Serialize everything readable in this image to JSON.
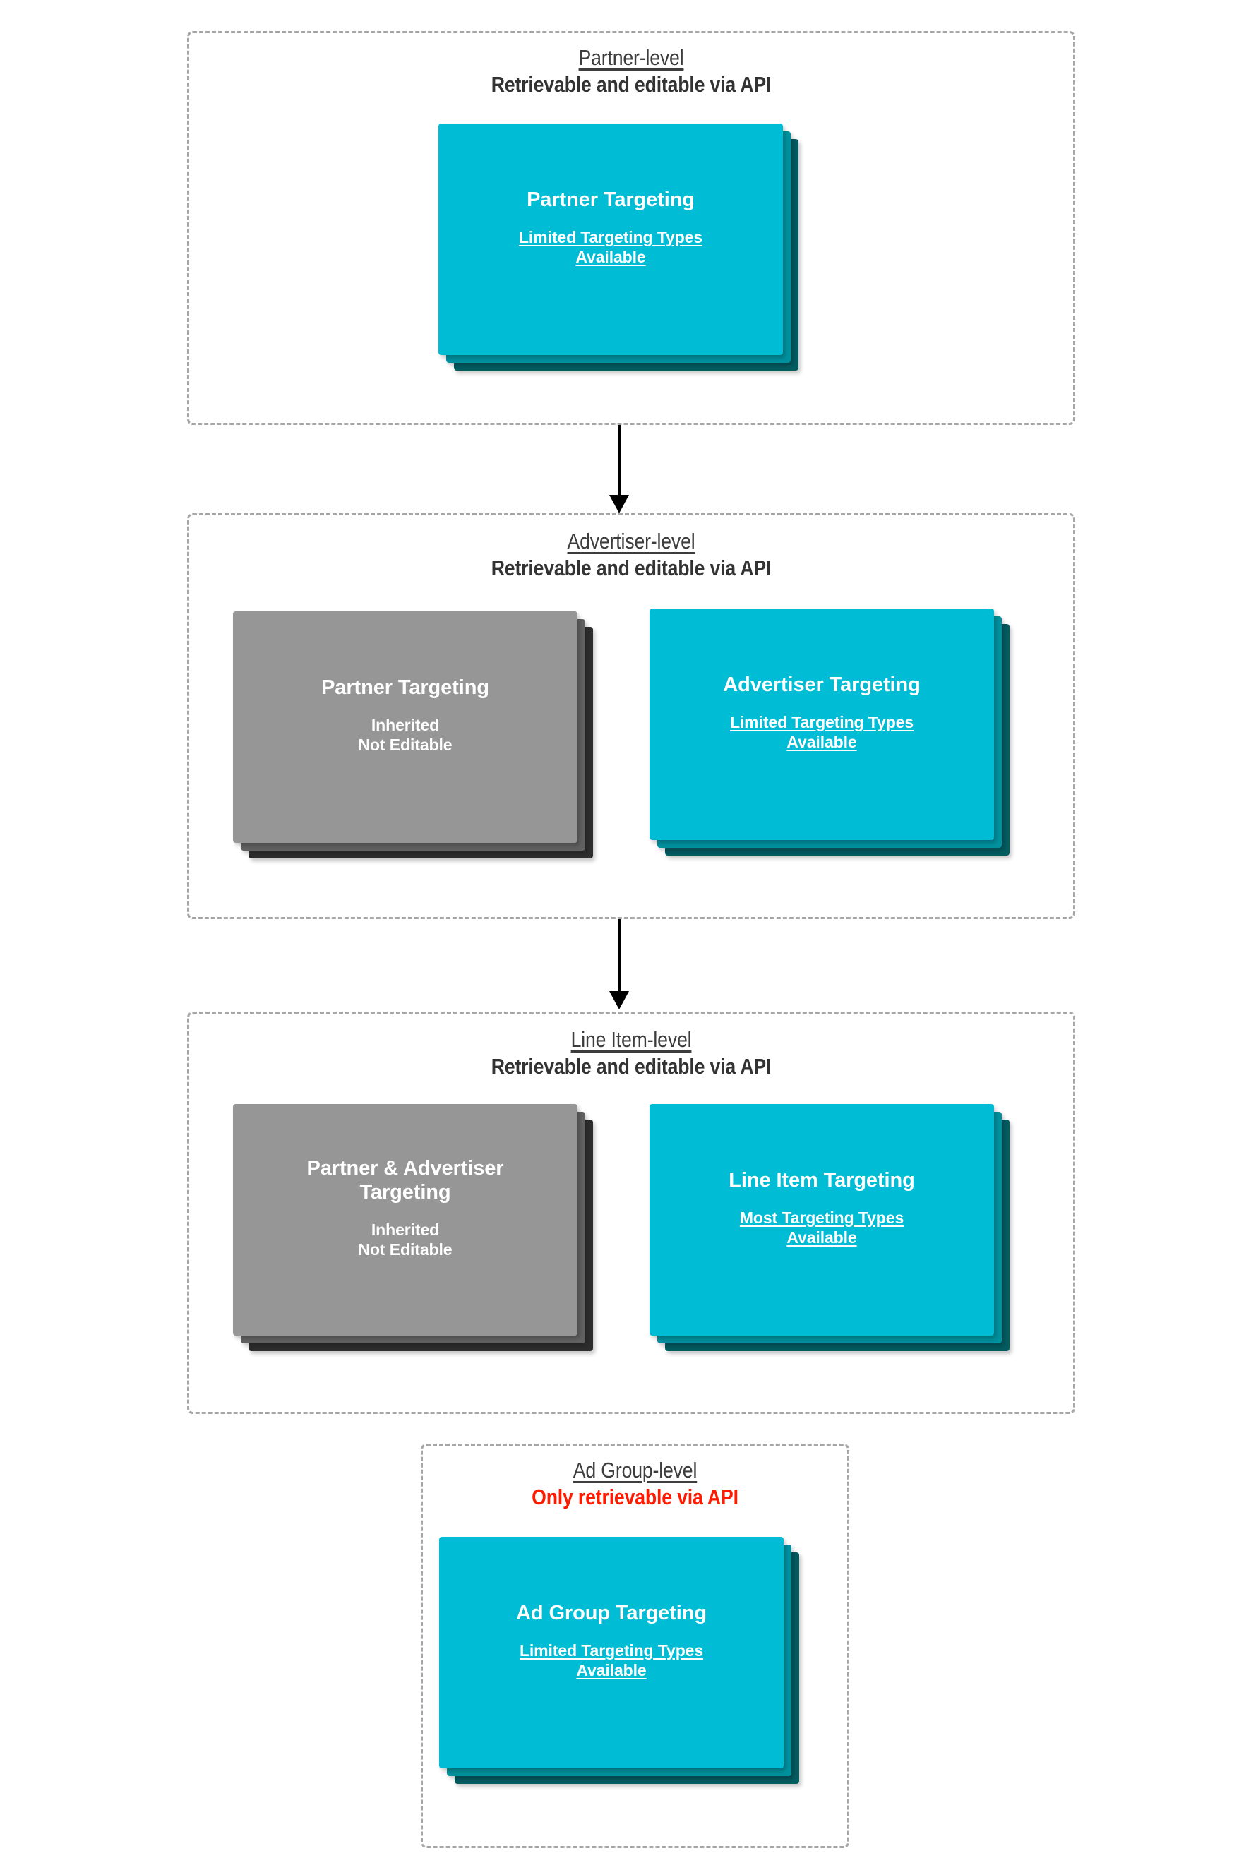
{
  "colors": {
    "cyan_front": "#00bcd4",
    "cyan_mid": "#00919e",
    "cyan_back": "#045b60",
    "gray_front": "#969696",
    "gray_mid": "#616161",
    "gray_back": "#2e2e2e",
    "dashed_border": "#a6a6a6",
    "heading_text": "#3d3d3d",
    "alert_text": "#ff1a00",
    "arrow": "#000000"
  },
  "levels": [
    {
      "id": "partner-level",
      "name": "Partner-level",
      "api_note": "Retrievable and editable via API",
      "api_alert": false,
      "cards": [
        {
          "id": "partner-targeting",
          "title": "Partner Targeting",
          "subtitle": "Limited Targeting Types Available",
          "subtitle_underlined": true,
          "theme": "cyan"
        }
      ]
    },
    {
      "id": "advertiser-level",
      "name": "Advertiser-level",
      "api_note": "Retrievable and editable via API",
      "api_alert": false,
      "cards": [
        {
          "id": "partner-targeting-inherited",
          "title": "Partner Targeting",
          "subtitle": "Inherited\nNot Editable",
          "subtitle_underlined": false,
          "theme": "gray"
        },
        {
          "id": "advertiser-targeting",
          "title": "Advertiser Targeting",
          "subtitle": "Limited Targeting Types Available",
          "subtitle_underlined": true,
          "theme": "cyan"
        }
      ]
    },
    {
      "id": "line-item-level",
      "name": "Line Item-level",
      "api_note": "Retrievable and editable via API",
      "api_alert": false,
      "cards": [
        {
          "id": "partner-advertiser-targeting-inherited",
          "title": "Partner & Advertiser Targeting",
          "subtitle": "Inherited\nNot Editable",
          "subtitle_underlined": false,
          "theme": "gray"
        },
        {
          "id": "line-item-targeting",
          "title": "Line Item Targeting",
          "subtitle": "Most Targeting Types Available",
          "subtitle_underlined": true,
          "theme": "cyan"
        }
      ]
    },
    {
      "id": "ad-group-level",
      "name": "Ad Group-level",
      "api_note": "Only retrievable via API",
      "api_alert": true,
      "cards": [
        {
          "id": "ad-group-targeting",
          "title": "Ad Group Targeting",
          "subtitle": "Limited Targeting Types Available",
          "subtitle_underlined": true,
          "theme": "cyan"
        }
      ]
    }
  ],
  "connectors": [
    {
      "id": "partner-to-advertiser",
      "direction": "down"
    },
    {
      "id": "advertiser-to-line-item",
      "direction": "down"
    }
  ]
}
